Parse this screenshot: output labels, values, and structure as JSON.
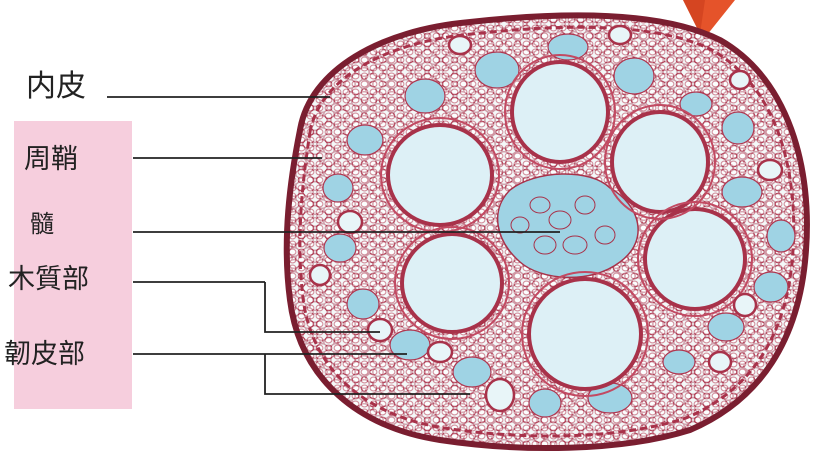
{
  "labels": {
    "endodermis": "内皮",
    "pericycle": "周鞘",
    "pith": "髓",
    "xylem": "木質部",
    "phloem": "韌皮部"
  },
  "colors": {
    "panel": "#f6cedd",
    "cell_wall": "#a8324a",
    "dark_wall": "#7a1e30",
    "vessel_fill": "#ddf0f6",
    "phloem_blue": "#9fd3e4",
    "arrow": "#e5532a"
  }
}
